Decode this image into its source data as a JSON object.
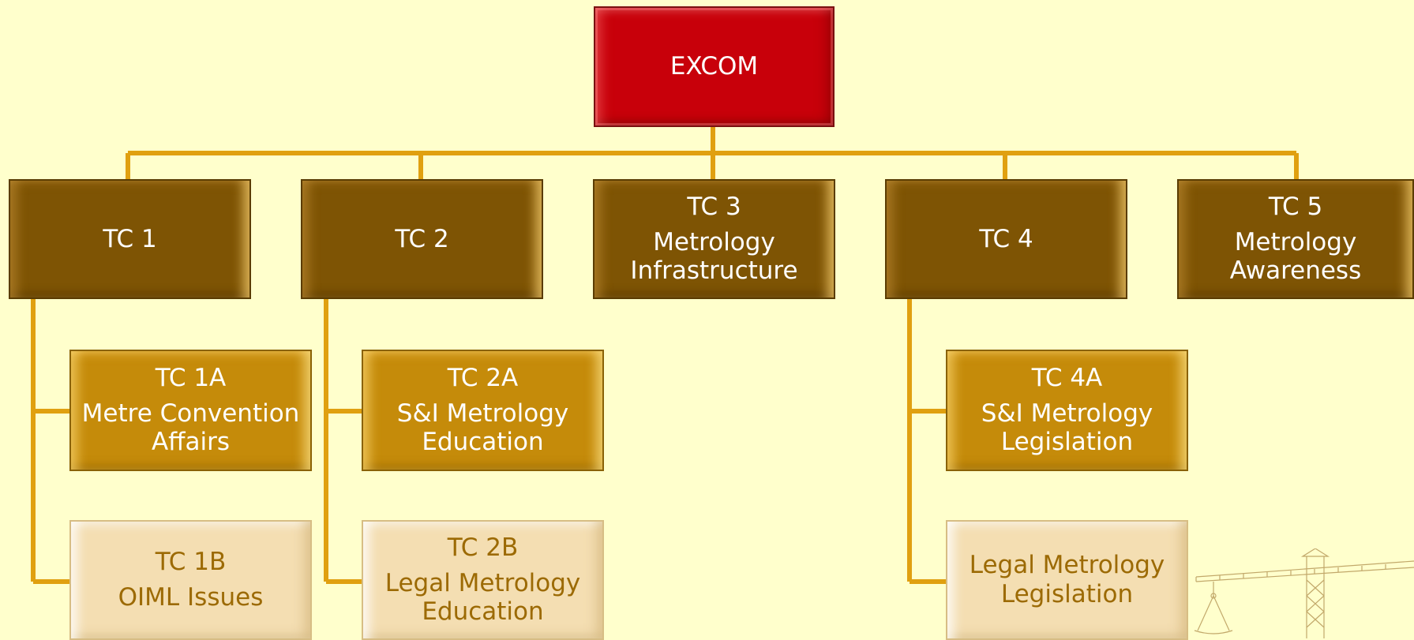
{
  "root": {
    "title": "EXCOM",
    "lines": [
      "",
      ""
    ]
  },
  "committees": [
    {
      "title": "TC 1",
      "lines": [
        "",
        ""
      ]
    },
    {
      "title": "TC 2",
      "lines": [
        "",
        ""
      ]
    },
    {
      "title": "TC 3",
      "lines": [
        "Metrology",
        "Infrastructure"
      ]
    },
    {
      "title": "TC 4",
      "lines": [
        "",
        ""
      ]
    },
    {
      "title": "TC 5",
      "lines": [
        "Metrology",
        "Awareness"
      ]
    }
  ],
  "subcommittees": [
    {
      "title": "TC 1A",
      "lines": [
        "Metre Convention",
        "Affairs"
      ]
    },
    {
      "title": "TC 2A",
      "lines": [
        "S&I Metrology",
        "Education"
      ]
    },
    {
      "title": "TC 4A",
      "lines": [
        "S&I Metrology",
        "Legislation"
      ]
    },
    {
      "title": "TC 1B",
      "lines": [
        "OIML Issues",
        ""
      ]
    },
    {
      "title": "TC 2B",
      "lines": [
        "Legal Metrology",
        "Education"
      ]
    },
    {
      "title": "",
      "lines": [
        "Legal Metrology",
        "Legislation"
      ]
    }
  ],
  "colors": {
    "background": "#ffffcc",
    "connector": "#e0a010",
    "root": "#c8000a",
    "committee": "#7e5404",
    "subcommittee": "#c58b0a",
    "subcommittee_light": "#f4deb2"
  }
}
